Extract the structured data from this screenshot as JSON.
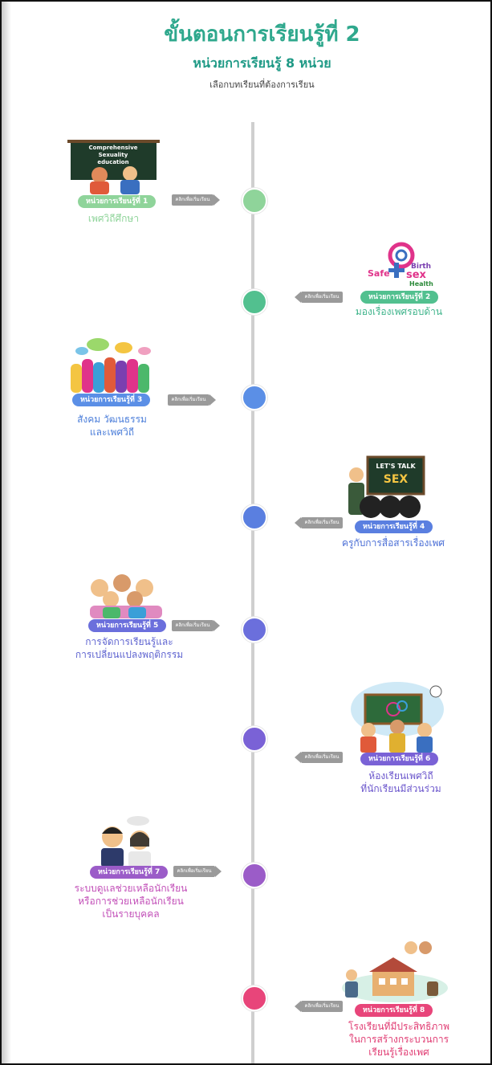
{
  "header": {
    "title": "ขั้นตอนการเรียนรู้ที่ 2",
    "subtitle": "หน่วยการเรียนรู้ 8 หน่วย",
    "caption": "เลือกบทเรียนที่ต้องการเรียน"
  },
  "start_label": "คลิกเพื่อเริ่มเรียน",
  "units": [
    {
      "pill": "หน่วยการเรียนรู้ที่ 1",
      "name": "เพศวิถีศึกษา",
      "color": "#8fd49a",
      "name_color": "#8fd49a",
      "art_text": "Comprehensive Sexuality education",
      "art_icon": "classroom-illustration"
    },
    {
      "pill": "หน่วยการเรียนรู้ที่ 2",
      "name": "มองเรื่องเพศรอบด้าน",
      "color": "#52c08f",
      "name_color": "#3fb48b",
      "art_text": "Safe Birth sex Health",
      "art_icon": "sex-symbols-illustration"
    },
    {
      "pill": "หน่วยการเรียนรู้ที่ 3",
      "name": "สังคม วัฒนธรรม\nและเพศวิถี",
      "color": "#5b8fe6",
      "name_color": "#4d7fda",
      "art_icon": "crowd-illustration"
    },
    {
      "pill": "หน่วยการเรียนรู้ที่ 4",
      "name": "ครูกับการสื่อสารเรื่องเพศ",
      "color": "#5a7fe0",
      "name_color": "#4b6fd6",
      "art_text": "LET'S TALK SEX",
      "art_icon": "teacher-board-illustration"
    },
    {
      "pill": "หน่วยการเรียนรู้ที่ 5",
      "name": "การจัดการเรียนรู้และ\nการเปลี่ยนแปลงพฤติกรรม",
      "color": "#6b6fdc",
      "name_color": "#5e63d0",
      "art_icon": "students-illustration"
    },
    {
      "pill": "หน่วยการเรียนรู้ที่ 6",
      "name": "ห้องเรียนเพศวิถี\nที่นักเรียนมีส่วนร่วม",
      "color": "#7a62d6",
      "name_color": "#6b56cc",
      "art_icon": "classroom-kids-illustration"
    },
    {
      "pill": "หน่วยการเรียนรู้ที่ 7",
      "name": "ระบบดูแลช่วยเหลือนักเรียน\nหรือการช่วยเหลือนักเรียน\nเป็นรายบุคคล",
      "color": "#9b5cc8",
      "name_color": "#c24fb8",
      "art_icon": "counseling-illustration"
    },
    {
      "pill": "หน่วยการเรียนรู้ที่ 8",
      "name": "โรงเรียนที่มีประสิทธิภาพ\nในการสร้างกระบวนการ\nเรียนรู้เรื่องเพศ",
      "color": "#e8457a",
      "name_color": "#e03b72",
      "art_icon": "school-community-illustration"
    }
  ]
}
